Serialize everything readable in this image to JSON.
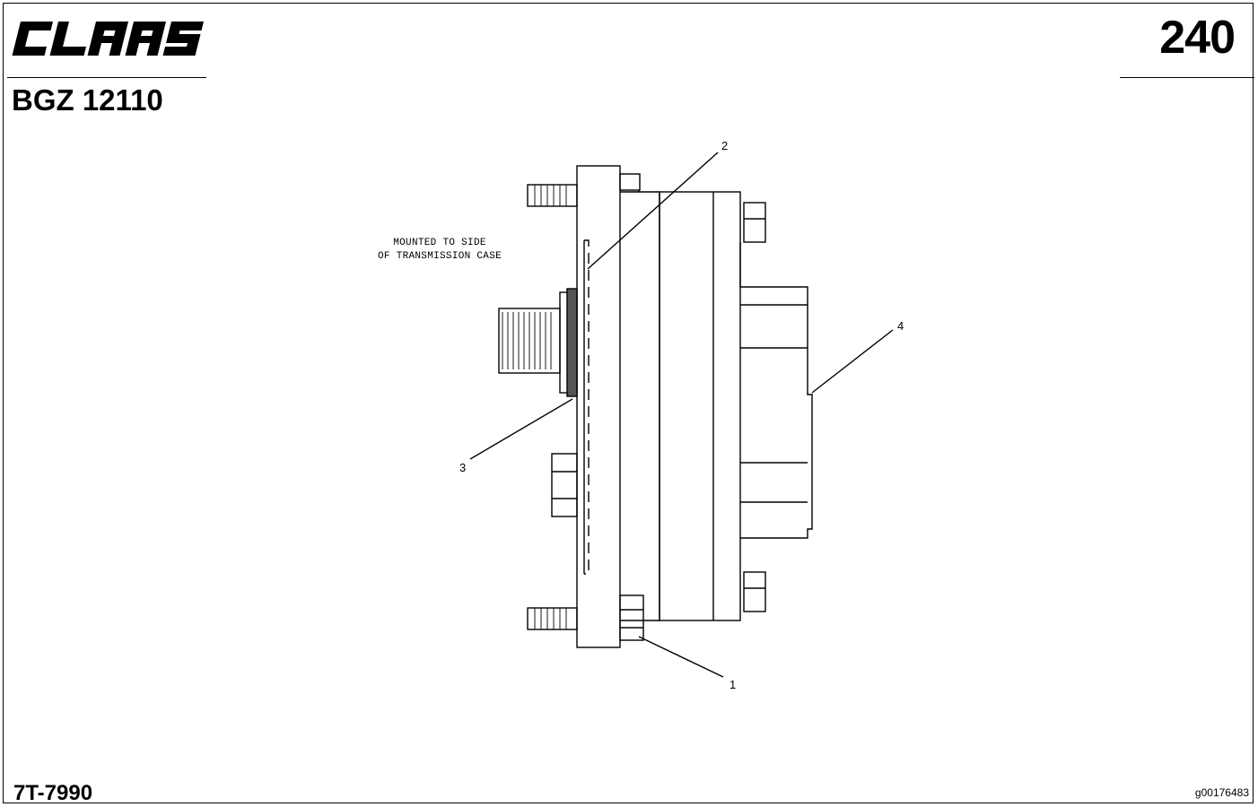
{
  "brand": {
    "name": "CLAAS"
  },
  "header": {
    "page_number": "240",
    "group_number": "BGZ 12110"
  },
  "footer": {
    "part_number": "7T-7990",
    "image_id": "g00176483"
  },
  "diagram": {
    "note_lines": [
      "MOUNTED TO SIDE",
      "OF TRANSMISSION CASE"
    ],
    "callouts": [
      "1",
      "2",
      "3",
      "4"
    ]
  },
  "colors": {
    "ink": "#000000",
    "paper": "#ffffff"
  }
}
